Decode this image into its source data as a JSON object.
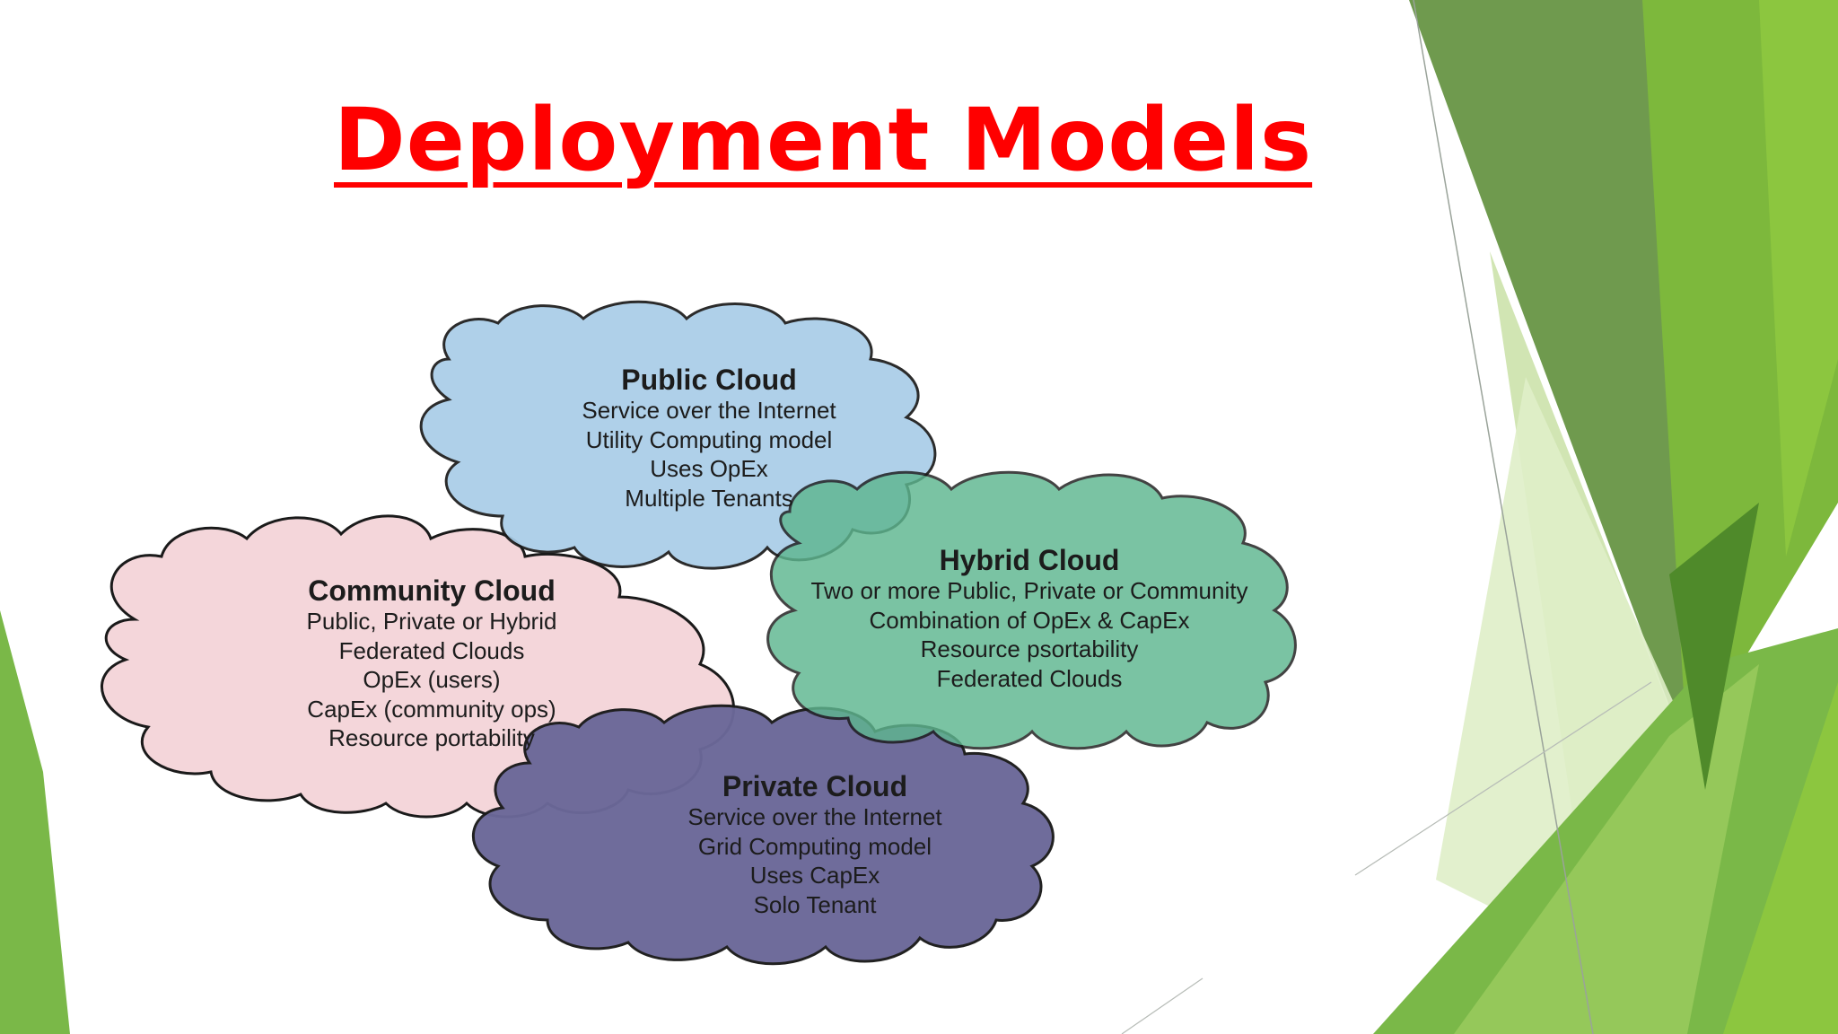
{
  "title": "Deployment Models",
  "colors": {
    "title": "#ff0000",
    "public_cloud": "#a9cde8",
    "community_cloud": "#f4d6da",
    "hybrid_cloud": "#5eb68f",
    "private_cloud": "#5d5a92",
    "accent_green": "#7ab848",
    "accent_dark_green": "#5f8f3a"
  },
  "clouds": {
    "public": {
      "heading": "Public Cloud",
      "lines": [
        "Service over the Internet",
        "Utility Computing model",
        "Uses OpEx",
        "Multiple Tenants"
      ]
    },
    "community": {
      "heading": "Community Cloud",
      "lines": [
        "Public, Private or Hybrid",
        "Federated Clouds",
        "OpEx (users)",
        "CapEx (community ops)",
        "Resource portability"
      ]
    },
    "hybrid": {
      "heading": "Hybrid Cloud",
      "lines": [
        "Two or more Public, Private or Community",
        "Combination of OpEx & CapEx",
        "Resource psortability",
        "Federated Clouds"
      ]
    },
    "private": {
      "heading": "Private Cloud",
      "lines": [
        "Service over the Internet",
        "Grid Computing model",
        "Uses CapEx",
        "Solo Tenant"
      ]
    }
  }
}
